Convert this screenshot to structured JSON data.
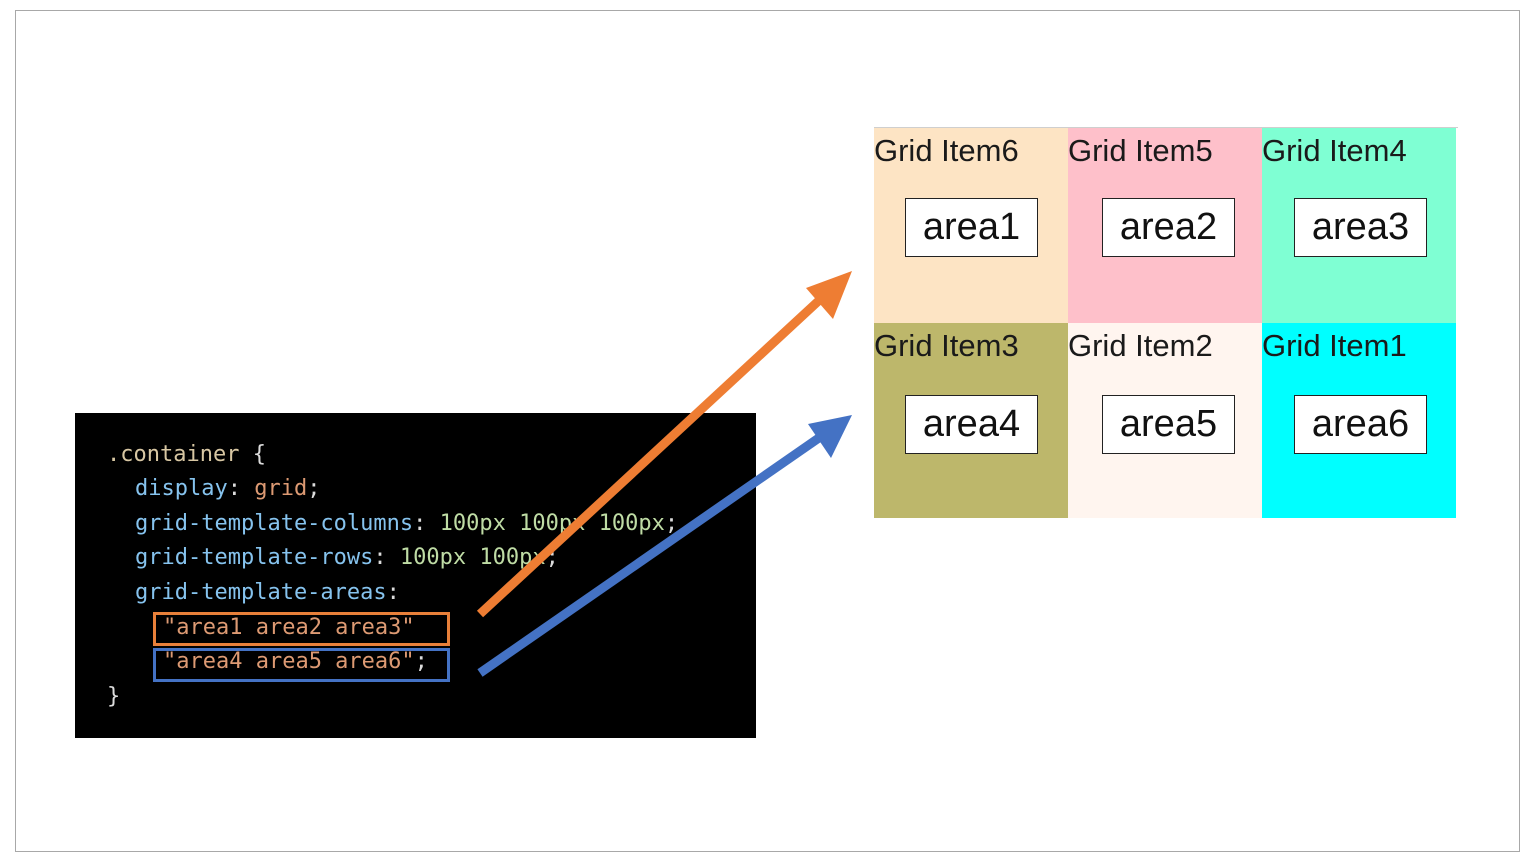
{
  "code": {
    "selector": ".container",
    "open_brace": "{",
    "close_brace": "}",
    "lines": [
      {
        "prop": "display",
        "value": "grid"
      },
      {
        "prop": "grid-template-columns",
        "value": "100px 100px 100px"
      },
      {
        "prop": "grid-template-rows",
        "value": "100px 100px"
      },
      {
        "prop": "grid-template-areas",
        "value": ""
      }
    ],
    "area_row1": "\"area1 area2 area3\"",
    "area_row2": "\"area4 area5 area6\"",
    "semicolon": ";",
    "colon": ":"
  },
  "grid": {
    "cells": [
      {
        "title": "Grid Item6",
        "area": "area1",
        "color": "#fde4c4"
      },
      {
        "title": "Grid Item5",
        "area": "area2",
        "color": "#fec0ca"
      },
      {
        "title": "Grid Item4",
        "area": "area3",
        "color": "#7fffd3"
      },
      {
        "title": "Grid Item3",
        "area": "area4",
        "color": "#bdb76b"
      },
      {
        "title": "Grid Item2",
        "area": "area5",
        "color": "#fff5ef"
      },
      {
        "title": "Grid Item1",
        "area": "area6",
        "color": "#00ffff"
      }
    ]
  },
  "colors": {
    "highlight_row1": "#e8803a",
    "highlight_row2": "#4472c4",
    "arrow_row1": "#ee7d33",
    "arrow_row2": "#4472c4"
  }
}
